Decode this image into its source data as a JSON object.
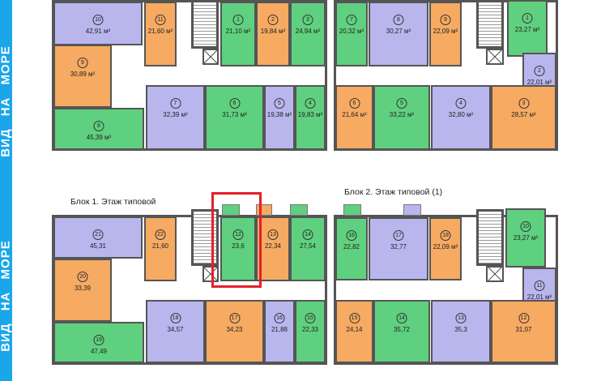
{
  "sidebar": {
    "label_top": "ВИД НА МОРЕ",
    "label_bottom": "ВИД НА МОРЕ",
    "color": "#1ba6ea"
  },
  "headings": {
    "block1": "Блок 1. Этаж типовой",
    "block2": "Блок 2. Этаж типовой (1)"
  },
  "colors": {
    "green": "#5fd07f",
    "orange": "#f6aa62",
    "lavender": "#b9b6ee",
    "highlight": "#e3202a"
  },
  "plans": [
    {
      "name": "block1-upper",
      "units": [
        {
          "num": "10",
          "area": "42,91 м²",
          "type": "lav"
        },
        {
          "num": "11",
          "area": "21,60 м²",
          "type": "orange"
        },
        {
          "num": "1",
          "area": "21,10 м²",
          "type": "green"
        },
        {
          "num": "2",
          "area": "19,84 м²",
          "type": "orange"
        },
        {
          "num": "3",
          "area": "24,94 м²",
          "type": "green"
        },
        {
          "num": "9",
          "area": "30,89 м²",
          "type": "orange"
        },
        {
          "num": "8",
          "area": "45,39 м²",
          "type": "green"
        },
        {
          "num": "7",
          "area": "32,39 м²",
          "type": "lav"
        },
        {
          "num": "6",
          "area": "31,73 м²",
          "type": "green"
        },
        {
          "num": "5",
          "area": "19,38 м²",
          "type": "lav"
        },
        {
          "num": "4",
          "area": "19,83 м²",
          "type": "green"
        }
      ]
    },
    {
      "name": "block2-upper",
      "units": [
        {
          "num": "7",
          "area": "20,32 м²",
          "type": "green"
        },
        {
          "num": "8",
          "area": "30,27 м²",
          "type": "lav"
        },
        {
          "num": "9",
          "area": "22,09 м²",
          "type": "orange"
        },
        {
          "num": "1",
          "area": "23,27 м²",
          "type": "green"
        },
        {
          "num": "2",
          "area": "22,01 м²",
          "type": "lav"
        },
        {
          "num": "6",
          "area": "21,64 м²",
          "type": "orange"
        },
        {
          "num": "5",
          "area": "33,22 м²",
          "type": "green"
        },
        {
          "num": "4",
          "area": "32,80 м²",
          "type": "lav"
        },
        {
          "num": "3",
          "area": "28,57 м²",
          "type": "orange"
        }
      ]
    },
    {
      "name": "block1-typical",
      "units": [
        {
          "num": "21",
          "area": "45,31",
          "type": "lav"
        },
        {
          "num": "22",
          "area": "21,60",
          "type": "orange"
        },
        {
          "num": "12",
          "area": "23,6",
          "type": "green"
        },
        {
          "num": "13",
          "area": "22,34",
          "type": "orange"
        },
        {
          "num": "14",
          "area": "27,54",
          "type": "green"
        },
        {
          "num": "20",
          "area": "33,39",
          "type": "orange"
        },
        {
          "num": "19",
          "area": "47,49",
          "type": "green"
        },
        {
          "num": "18",
          "area": "34,57",
          "type": "lav"
        },
        {
          "num": "17",
          "area": "34,23",
          "type": "orange"
        },
        {
          "num": "16",
          "area": "21,88",
          "type": "lav"
        },
        {
          "num": "15",
          "area": "22,33",
          "type": "green"
        }
      ]
    },
    {
      "name": "block2-typical",
      "units": [
        {
          "num": "16",
          "area": "22,82",
          "type": "green"
        },
        {
          "num": "17",
          "area": "32,77",
          "type": "lav"
        },
        {
          "num": "18",
          "area": "22,09 м²",
          "type": "orange"
        },
        {
          "num": "10",
          "area": "23,27 м²",
          "type": "green"
        },
        {
          "num": "11",
          "area": "22,01 м²",
          "type": "lav"
        },
        {
          "num": "15",
          "area": "24,14",
          "type": "orange"
        },
        {
          "num": "14",
          "area": "35,72",
          "type": "green"
        },
        {
          "num": "13",
          "area": "35,3",
          "type": "lav"
        },
        {
          "num": "12",
          "area": "31,07",
          "type": "orange"
        }
      ]
    }
  ]
}
